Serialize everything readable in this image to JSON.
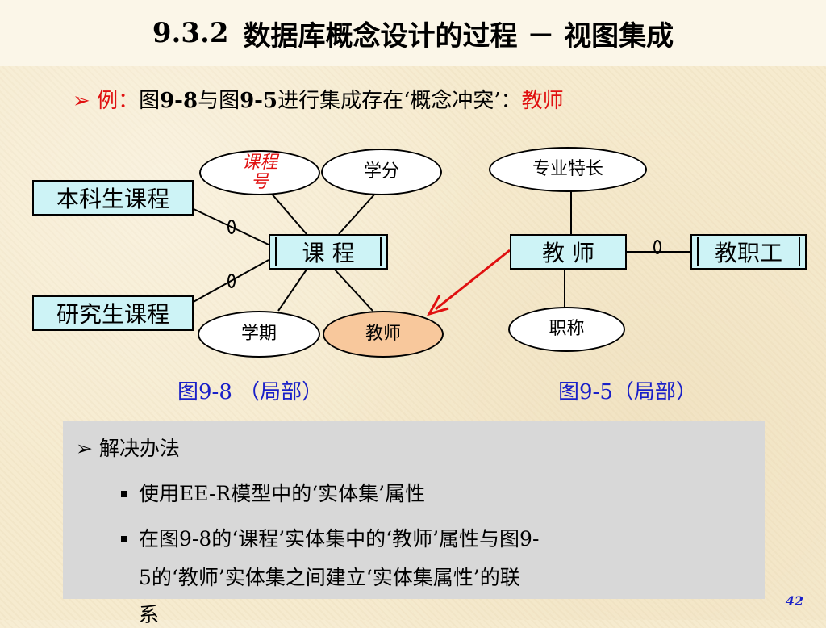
{
  "title": {
    "number": "9.3.2",
    "text": "数据库概念设计的过程 － 视图集成"
  },
  "example": {
    "marker": "➢",
    "label": "例：",
    "text_a": "图",
    "fig_a": "9-8",
    "text_b": "与图",
    "fig_b": "9-5",
    "text_c": "进行集成存在‘概念冲突’：",
    "conflict": "教师"
  },
  "diagram_left": {
    "entity": "课  程",
    "attr_id_line1": "课程",
    "attr_id_line2": "号",
    "attr_credit": "学分",
    "attr_term": "学期",
    "attr_teacher": "教师",
    "sub1": "本科生课程",
    "sub2": "研究生课程",
    "caption": "图9-8 （局部）"
  },
  "diagram_right": {
    "entity": "教  师",
    "attr_specialty": "专业特长",
    "attr_title": "职称",
    "super": "教职工",
    "caption": "图9-5（局部）"
  },
  "solution": {
    "marker": "➢",
    "heading": "解决办法",
    "b1": "使用EE-R模型中的‘实体集’属性",
    "b2_line1": "在图9-8的‘课程’实体集中的‘教师’属性与图9-",
    "b2_line2": "5的‘教师’实体集之间建立‘实体集属性’的联",
    "b2_line3": "系"
  },
  "page_number": "42",
  "colors": {
    "accent_red": "#e01010",
    "caption_blue": "#1a20c8",
    "entity_fill": "#cdf3f6",
    "highlight_fill": "#f8c89c"
  }
}
